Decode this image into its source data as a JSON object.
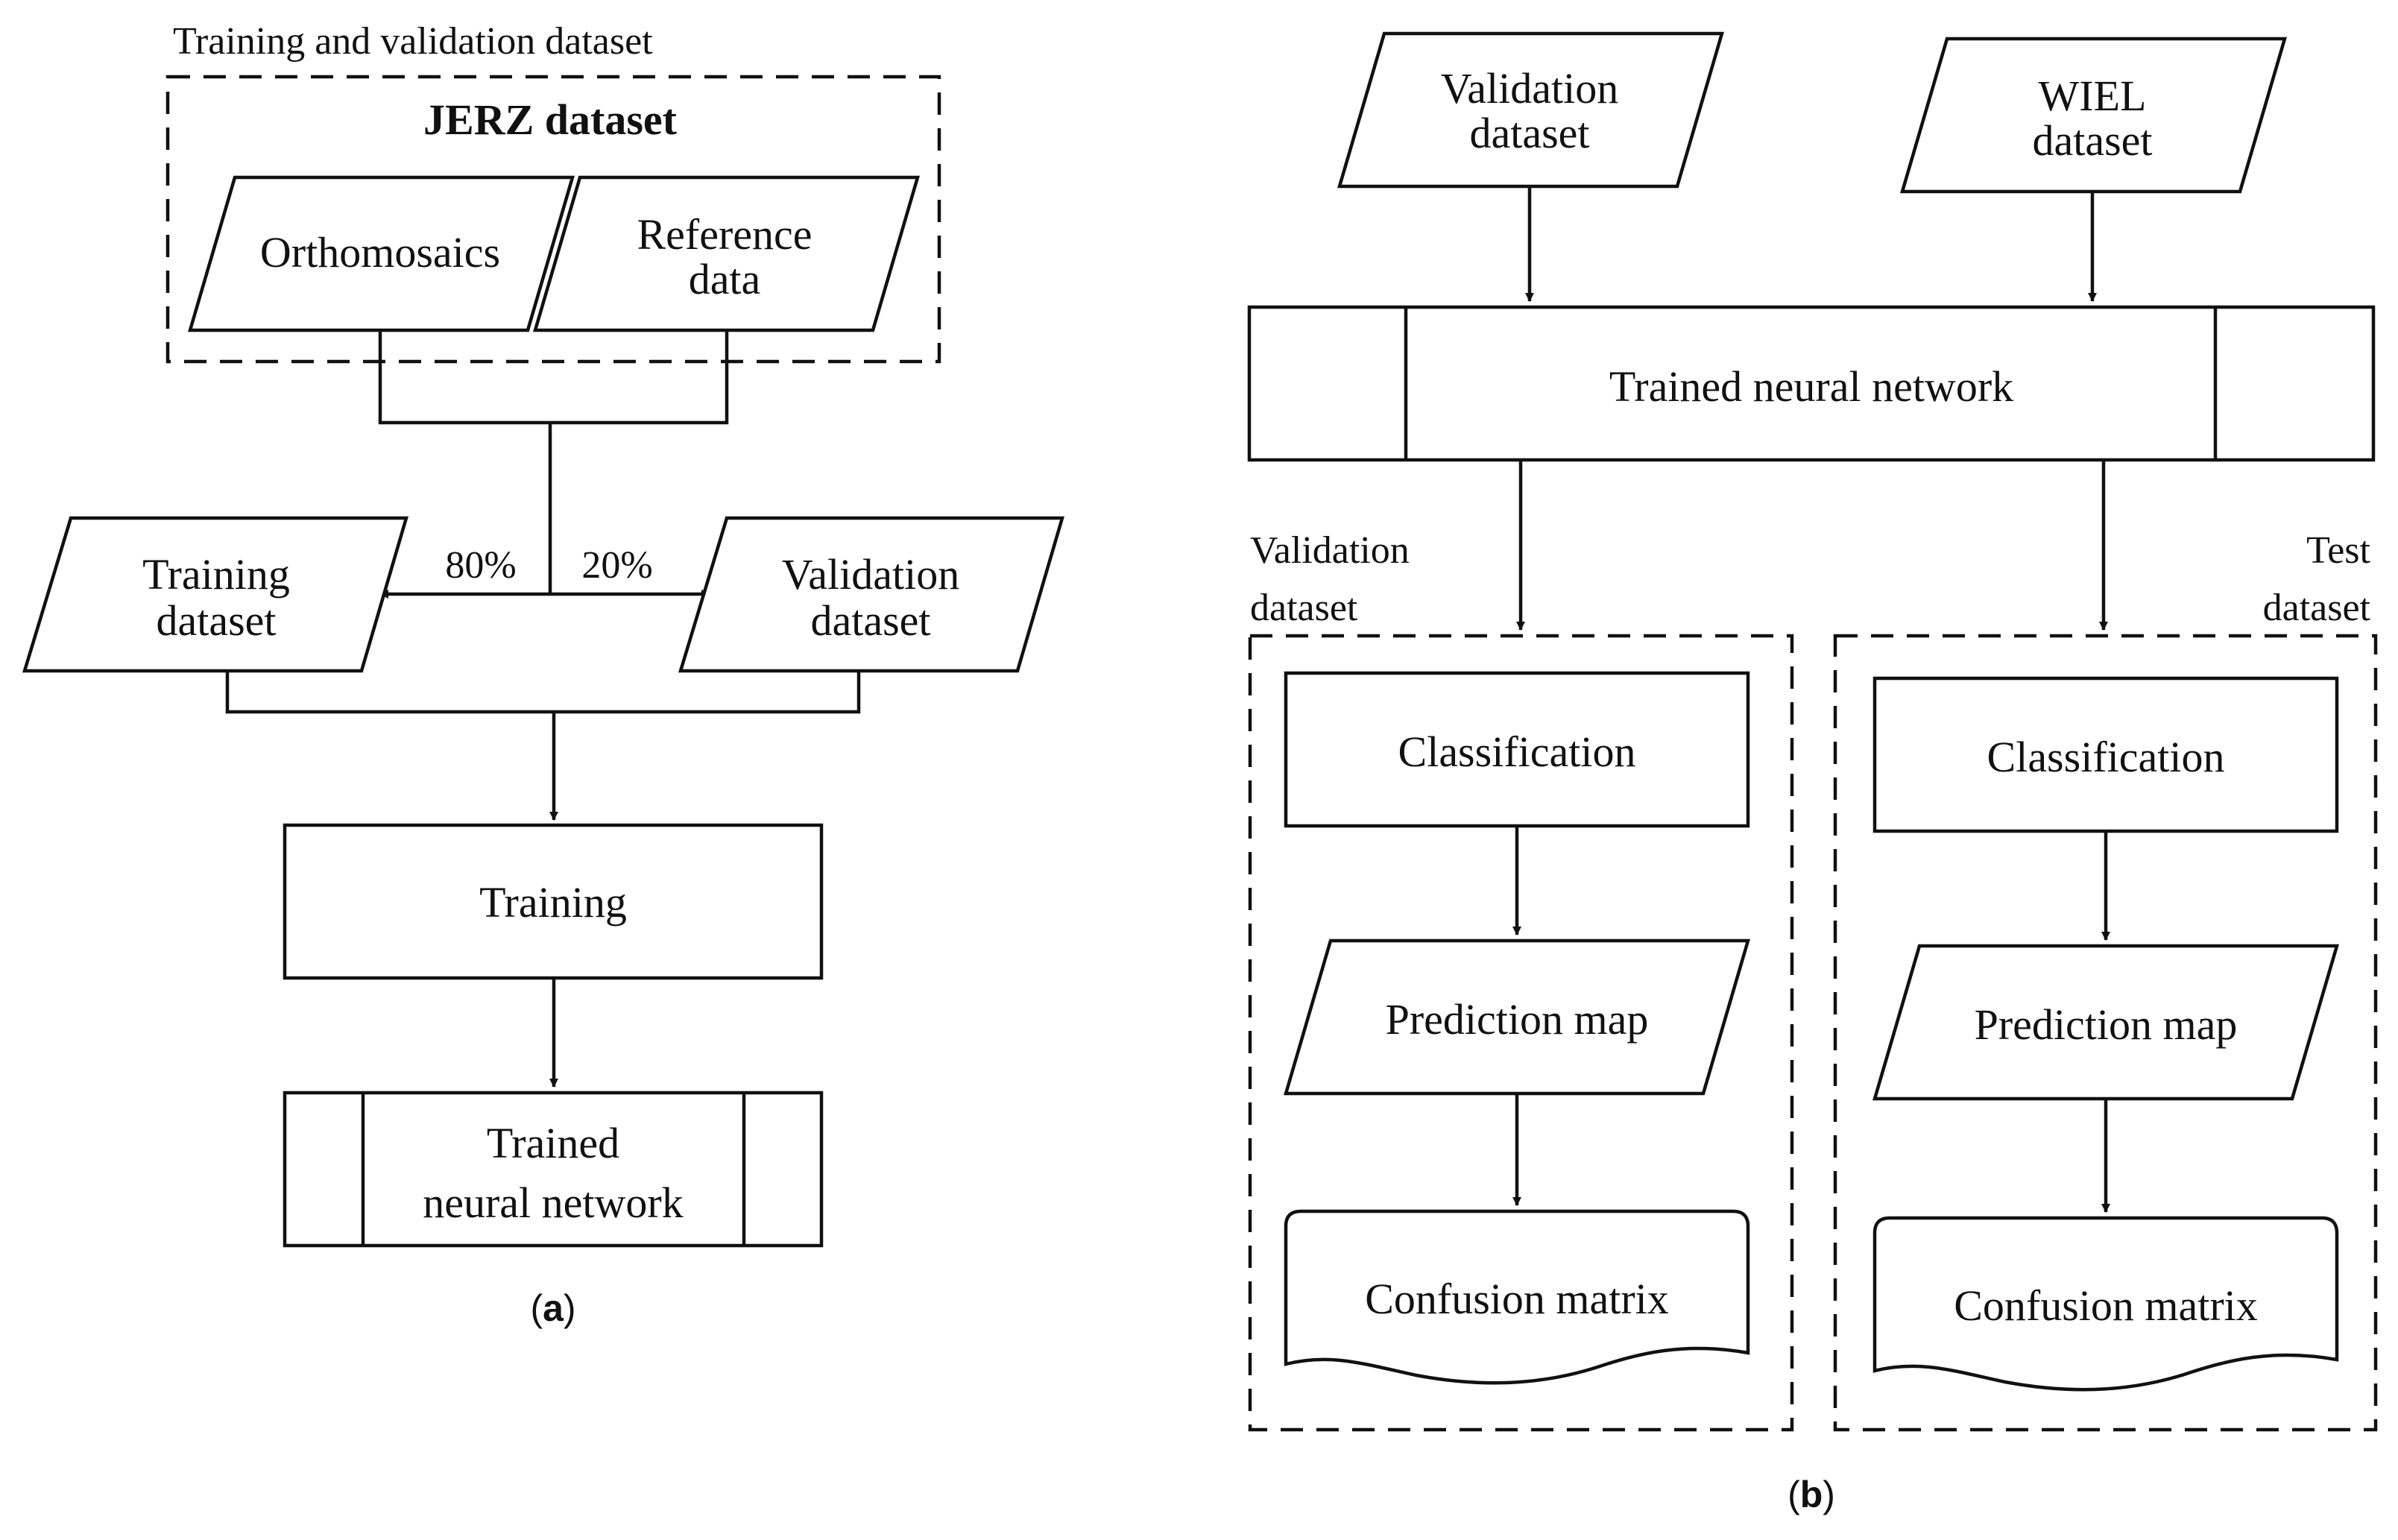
{
  "panel_a": {
    "group_caption": "Training and validation  dataset",
    "group_title": "JERZ dataset",
    "orthomosaics": "Orthomosaics",
    "reference_line1": "Reference",
    "reference_line2": "data",
    "split_left": "80%",
    "split_right": "20%",
    "training_dataset_line1": "Training",
    "training_dataset_line2": "dataset",
    "validation_dataset_line1": "Validation",
    "validation_dataset_line2": "dataset",
    "training": "Training",
    "trained_nn_line1": "Trained",
    "trained_nn_line2": "neural network",
    "label_open": "(",
    "label_letter": "a",
    "label_close": ")"
  },
  "panel_b": {
    "validation_input_line1": "Validation",
    "validation_input_line2": "dataset",
    "wiel_line1": "WIEL",
    "wiel_line2": "dataset",
    "trained_nn": "Trained neural network",
    "left_group_line1": "Validation",
    "left_group_line2": "dataset",
    "right_group_line1": "Test",
    "right_group_line2": "dataset",
    "classification": "Classification",
    "prediction_map": "Prediction map",
    "confusion_matrix": "Confusion matrix",
    "label_open": "(",
    "label_letter": "b",
    "label_close": ")"
  },
  "colors": {
    "stroke": "#111111",
    "background": "#ffffff"
  }
}
